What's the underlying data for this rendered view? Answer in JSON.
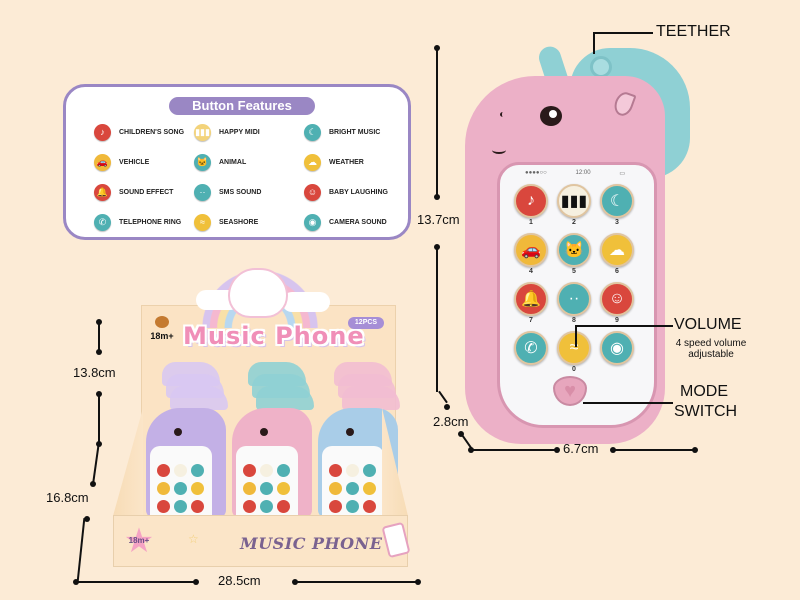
{
  "background_color": "#fcebd6",
  "button_features": {
    "title": "Button Features",
    "border_color": "#9a87c4",
    "items": [
      {
        "label": "CHILDREN'S SONG",
        "icon": "music-note-icon",
        "glyph": "♪",
        "color": "#d9473d"
      },
      {
        "label": "HAPPY MIDI",
        "icon": "piano-keys-icon",
        "glyph": "▮▮▮",
        "color": "#f3d37a"
      },
      {
        "label": "BRIGHT MUSIC",
        "icon": "moon-star-icon",
        "glyph": "☾",
        "color": "#4fb0b2"
      },
      {
        "label": "VEHICLE",
        "icon": "car-icon",
        "glyph": "🚗",
        "color": "#f0b93a"
      },
      {
        "label": "ANIMAL",
        "icon": "cat-face-icon",
        "glyph": "🐱",
        "color": "#4fb0b2"
      },
      {
        "label": "WEATHER",
        "icon": "cloud-icon",
        "glyph": "☁",
        "color": "#f0c03a"
      },
      {
        "label": "SOUND EFFECT",
        "icon": "bell-icon",
        "glyph": "🔔",
        "color": "#d9473d"
      },
      {
        "label": "SMS SOUND",
        "icon": "message-bubble-icon",
        "glyph": "··",
        "color": "#4fb0b2"
      },
      {
        "label": "BABY LAUGHING",
        "icon": "baby-face-icon",
        "glyph": "☺",
        "color": "#d9473d"
      },
      {
        "label": "TELEPHONE RING",
        "icon": "telephone-icon",
        "glyph": "✆",
        "color": "#4fb0b2"
      },
      {
        "label": "SEASHORE",
        "icon": "wave-icon",
        "glyph": "≈",
        "color": "#f0c03a"
      },
      {
        "label": "CAMERA SOUND",
        "icon": "camera-icon",
        "glyph": "◉",
        "color": "#4fb0b2"
      }
    ]
  },
  "phone": {
    "body_color": "#ecb0c7",
    "mane_color": "#8fd0d4",
    "status_bar": {
      "signal": "●●●●○○",
      "time": "12:00",
      "battery": "▭"
    },
    "keys": [
      {
        "num": "1",
        "icon": "music-note-icon",
        "glyph": "♪",
        "color": "#d9473d"
      },
      {
        "num": "2",
        "icon": "piano-keys-icon",
        "glyph": "▮▮▮",
        "color": "#f6f0e0"
      },
      {
        "num": "3",
        "icon": "moon-star-icon",
        "glyph": "☾",
        "color": "#4fb0b2"
      },
      {
        "num": "4",
        "icon": "car-icon",
        "glyph": "🚗",
        "color": "#f0b93a"
      },
      {
        "num": "5",
        "icon": "cat-face-icon",
        "glyph": "🐱",
        "color": "#4fb0b2"
      },
      {
        "num": "6",
        "icon": "cloud-icon",
        "glyph": "☁",
        "color": "#f0c03a"
      },
      {
        "num": "7",
        "icon": "bell-icon",
        "glyph": "🔔",
        "color": "#d9473d"
      },
      {
        "num": "8",
        "icon": "message-bubble-icon",
        "glyph": "··",
        "color": "#4fb0b2"
      },
      {
        "num": "9",
        "icon": "baby-face-icon",
        "glyph": "☺",
        "color": "#d9473d"
      },
      {
        "num": "",
        "icon": "telephone-icon",
        "glyph": "✆",
        "color": "#4fb0b2"
      },
      {
        "num": "0",
        "icon": "wave-icon",
        "glyph": "≈",
        "color": "#f0c03a"
      },
      {
        "num": "",
        "icon": "camera-icon",
        "glyph": "◉",
        "color": "#4fb0b2"
      }
    ],
    "mode_button_glyph": "♥"
  },
  "callouts": {
    "teether": "TEETHER",
    "volume": "VOLUME",
    "volume_sub_1": "4 speed volume",
    "volume_sub_2": "adjustable",
    "mode_1": "MODE",
    "mode_2": "SWITCH"
  },
  "dimensions": {
    "phone_height": "13.7cm",
    "phone_depth": "2.8cm",
    "phone_width": "6.7cm",
    "box_top_height": "13.8cm",
    "box_total_height": "16.8cm",
    "box_width": "28.5cm"
  },
  "display_box": {
    "age_label": "18m+",
    "title": "Music Phone",
    "count_badge": "12PCS",
    "front_label": "MUSIC PHONE",
    "front_age": "18m+",
    "phone_colors": [
      "#c3b0e6",
      "#efb2c8",
      "#a9cde8"
    ],
    "mane_colors": [
      "#d8c8f2",
      "#8fd0d4",
      "#f2bcd2"
    ]
  }
}
